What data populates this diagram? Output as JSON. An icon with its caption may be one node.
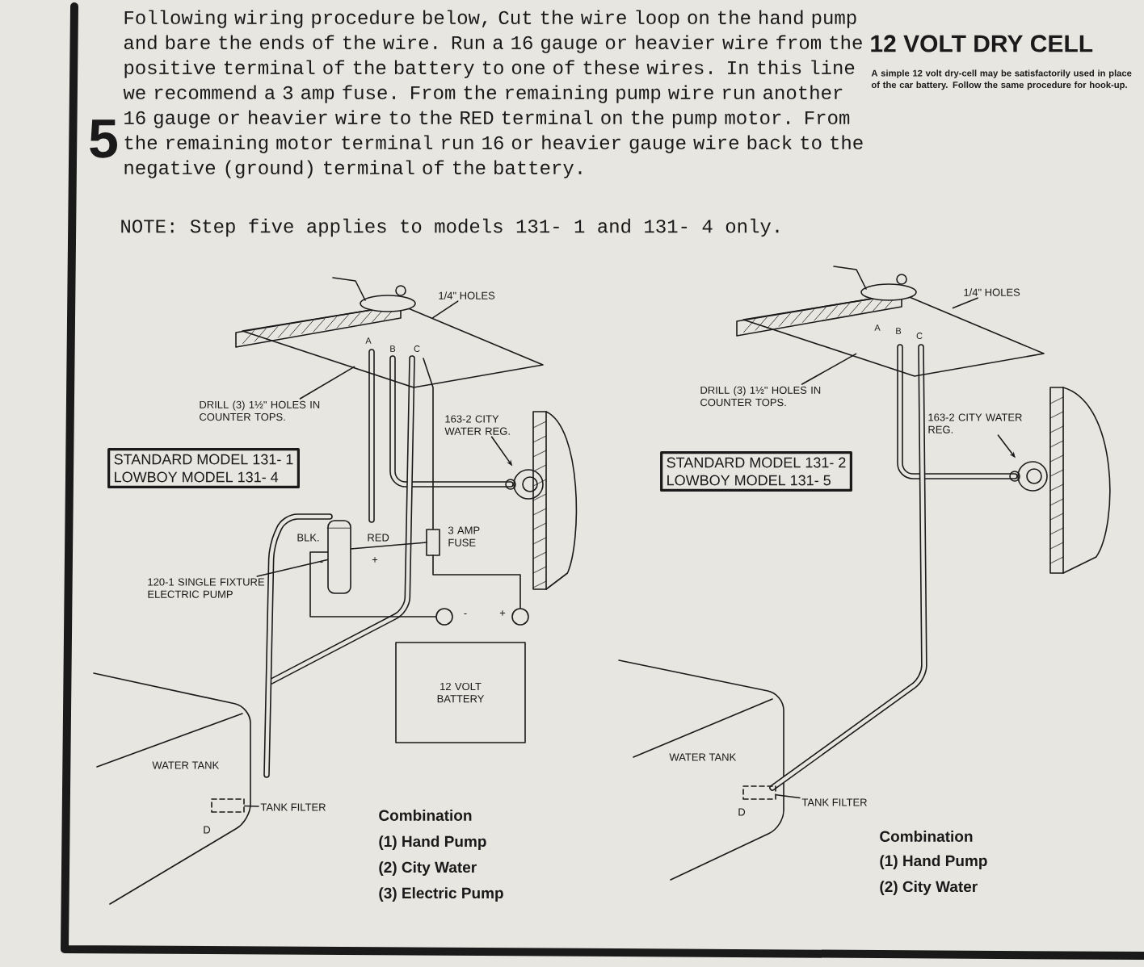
{
  "diagram": {
    "nodes": [
      {
        "text": [
          "STANDARD MODEL 131- 1",
          "LOWBOY MODEL 131- 4"
        ]
      },
      {
        "text": [
          "1/4\" HOLES"
        ]
      },
      {
        "text": [],
        "shape": "picture"
      },
      {
        "text": [
          "DRILL (3) 1½\" HOLES IN COUNTER TOPS."
        ]
      },
      {
        "text": [
          "163-2 CITY WATER REG."
        ]
      },
      {
        "text": [],
        "shape": "picture"
      },
      {
        "text": [
          "120-1 SINGLE FIXTURE ELECTRIC PUMP"
        ]
      },
      {
        "text": [],
        "shape": "cylinder"
      },
      {
        "text": [
          "12 VOLT BATTERY"
        ]
      },
      {
        "text": [
          "TANK FILTER"
        ]
      },
      {
        "text": [],
        "shape": "box"
      },
      {
        "text": [
          "STANDARD MODEL 131- 2",
          "LOWBOY MODEL 131- 5"
        ]
      },
      {
        "text": [
          "1/4\" HOLES"
        ]
      },
      {
        "text": [],
        "shape": "picture"
      },
      {
        "text": [
          "DRILL (3) 1½\" HOLES IN COUNTER TOPS."
        ]
      },
      {
        "text": [
          "163-2 CITY WATER REG."
        ]
      },
      {
        "text": [],
        "shape": "picture"
      },
      {
        "text": [
          "TANK FILTER"
        ]
      },
      {
        "text": [],
        "shape": "box"
      }
    ],
    "edges": [
      {
        "from": 1,
        "to": 2,
        "arrow": "none"
      },
      {
        "from": 3,
        "to": 2,
        "arrow": "none"
      },
      {
        "from": 4,
        "to": 5,
        "arrow": "to"
      },
      {
        "from": 6,
        "to": 7,
        "arrow": "none"
      },
      {
        "from": 9,
        "to": 10,
        "arrow": "none"
      },
      {
        "from": 12,
        "to": 13,
        "arrow": "none"
      },
      {
        "from": 14,
        "to": 13,
        "arrow": "none"
      },
      {
        "from": 15,
        "to": 16,
        "arrow": "to"
      },
      {
        "from": 17,
        "to": 18,
        "arrow": "none"
      }
    ],
    "labels": [
      "5",
      "Following wiring procedure below, Cut the wire loop on the hand pump and bare the ends of the wire. Run a 16 gauge or heavier wire from the positive terminal of the battery to one of these wires. In this line we recommend a 3 amp fuse. From the remaining pump wire run another 16 gauge or heavier wire to the RED terminal on the pump motor. From the remaining motor terminal run 16 or heavier gauge wire back to the negative (ground) terminal of the battery.",
      "NOTE: Step five applies to models 131- 1 and 131- 4 only.",
      "12 VOLT DRY CELL",
      "A simple 12 volt dry-cell may be satisfactorily used in place of the car battery. Follow the same procedure for hook-up.",
      "A",
      "B",
      "C",
      "BLK.",
      "RED",
      "+",
      "-",
      "3 AMP FUSE",
      "-",
      "+",
      "WATER TANK",
      "D",
      "Combination",
      "(1) Hand Pump",
      "(2) City Water",
      "(3) Electric Pump",
      "A",
      "B",
      "C",
      "WATER TANK",
      "D",
      "Combination",
      "(1) Hand Pump",
      "(2) City Water"
    ]
  }
}
